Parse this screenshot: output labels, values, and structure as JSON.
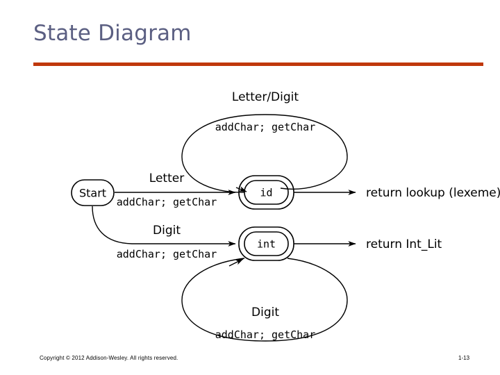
{
  "slide": {
    "title": "State Diagram",
    "accent_color": "#c0380b",
    "title_color": "#5b5f82",
    "background_color": "#ffffff"
  },
  "footer": {
    "copyright": "Copyright © 2012 Addison-Wesley. All rights reserved.",
    "page_number": "1-13"
  },
  "diagram": {
    "type": "state-machine",
    "nodes": [
      {
        "id": "start",
        "label": "Start",
        "shape": "stadium",
        "accepting": false
      },
      {
        "id": "id",
        "label": "id",
        "shape": "double-stadium",
        "accepting": true
      },
      {
        "id": "int",
        "label": "int",
        "shape": "double-stadium",
        "accepting": true
      }
    ],
    "edges": [
      {
        "from": "start",
        "to": "id",
        "condition": "Letter",
        "action": "addChar; getChar"
      },
      {
        "from": "start",
        "to": "int",
        "condition": "Digit",
        "action": "addChar; getChar"
      },
      {
        "from": "id",
        "to": "id",
        "condition": "Letter/Digit",
        "action": "addChar; getChar",
        "self_loop": true,
        "loop_side": "top"
      },
      {
        "from": "int",
        "to": "int",
        "condition": "Digit",
        "action": "addChar; getChar",
        "self_loop": true,
        "loop_side": "bottom"
      }
    ],
    "outputs": [
      {
        "from": "id",
        "text_plain": "return lookup (",
        "text_mono": "lexeme",
        "text_tail": ")"
      },
      {
        "from": "int",
        "text_plain": "return ",
        "text_mono": "Int_Lit",
        "text_tail": ""
      }
    ]
  }
}
